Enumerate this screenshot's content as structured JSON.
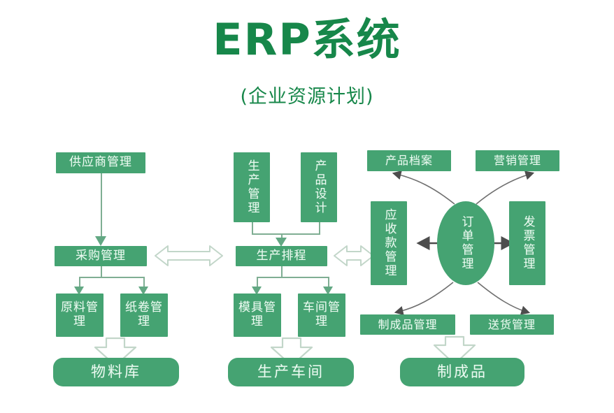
{
  "header": {
    "title": "ERP系统",
    "subtitle": "(企业资源计划)"
  },
  "colors": {
    "title_green": "#17874a",
    "node_fill": "#45a372",
    "node_text": "#eafaf0",
    "connector": "#7fae93",
    "hollow_arrow_stroke": "#b9cfc2",
    "background": "#ffffff"
  },
  "nodes": {
    "supplier_mgmt": "供应商管理",
    "purchase_mgmt": "采购管理",
    "material_mgmt": "原料管理",
    "paper_roll_mgmt": "纸卷管理",
    "material_warehouse": "物料库",
    "production_mgmt": "生产管理",
    "product_design": "产品设计",
    "production_schedule": "生产排程",
    "mold_mgmt": "模具管理",
    "workshop_mgmt": "车间管理",
    "production_workshop": "生产车间",
    "product_archive": "产品档案",
    "marketing_mgmt": "营销管理",
    "receivables_mgmt": "应收款管理",
    "order_mgmt": "订单管理",
    "invoice_mgmt": "发票管理",
    "finished_goods_mgmt": "制成品管理",
    "delivery_mgmt": "送货管理",
    "finished_goods": "制成品"
  }
}
